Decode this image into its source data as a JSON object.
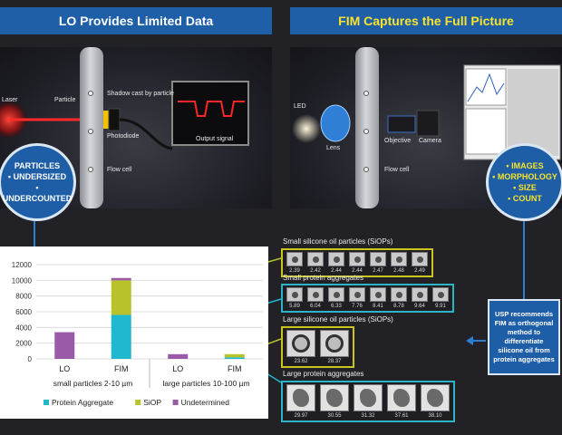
{
  "headers": {
    "left": "LO Provides Limited Data",
    "right": "FIM Captures the Full Picture"
  },
  "lo_photo": {
    "laser": "Laser",
    "particle": "Particle",
    "shadow": "Shadow cast by particle",
    "photodiode": "Photodiode",
    "output": "Output signal",
    "flowcell": "Flow cell"
  },
  "fim_photo": {
    "led": "LED",
    "lens": "Lens",
    "objective": "Objective",
    "camera": "Camera",
    "flowcell": "Flow cell"
  },
  "lo_bubble": [
    "PARTICLES",
    "• UNDERSIZED",
    "• UNDERCOUNTED"
  ],
  "fim_bubble": [
    "• IMAGES",
    "• MORPHOLOGY",
    "• SIZE",
    "• COUNT"
  ],
  "usp_box": "USP recommends FIM as orthogonal method to differentiate silicone oil from protein aggregates",
  "colors": {
    "protein": "#1fb8cf",
    "siop": "#b8c22a",
    "undetermined": "#9b5aa8",
    "accent_blue": "#1f5fa8"
  },
  "chart_data": {
    "type": "bar",
    "stacked": true,
    "categories": [
      "LO",
      "FIM",
      "LO",
      "FIM"
    ],
    "groups": [
      "small particles 2-10 µm",
      "large particles 10-100 µm"
    ],
    "series": [
      {
        "name": "Protein Aggregate",
        "values": [
          0,
          5600,
          0,
          200
        ]
      },
      {
        "name": "SiOP",
        "values": [
          0,
          4400,
          0,
          400
        ]
      },
      {
        "name": "Undetermined",
        "values": [
          3400,
          300,
          600,
          0
        ]
      }
    ],
    "yticks": [
      "12000",
      "10000",
      "8000",
      "6000",
      "4000",
      "2000",
      "0"
    ],
    "ylim": [
      0,
      12000
    ],
    "grid": true,
    "legend": "bottom"
  },
  "galleries": {
    "small_siop": {
      "title": "Small silicone oil particles (SiOPs)",
      "values": [
        "2.39",
        "2.42",
        "2.44",
        "2.44",
        "2.47",
        "2.48",
        "2.49"
      ]
    },
    "small_protein": {
      "title": "Small protein aggregates",
      "values": [
        "5.89",
        "6.04",
        "6.33",
        "7.76",
        "8.41",
        "8.78",
        "9.64",
        "9.91"
      ]
    },
    "large_siop": {
      "title": "Large silicone oil particles (SiOPs)",
      "values": [
        "23.62",
        "28.37"
      ]
    },
    "large_protein": {
      "title": "Large protein aggregates",
      "values": [
        "29.97",
        "30.55",
        "31.32",
        "37.61",
        "38.10"
      ]
    }
  }
}
